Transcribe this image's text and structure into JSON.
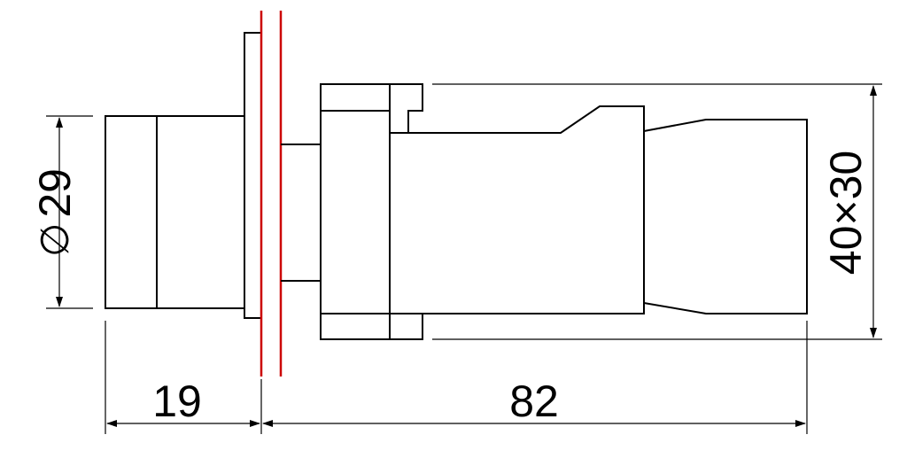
{
  "drawing": {
    "dimensions": {
      "diameter_symbol": "∅",
      "diameter_value": "29",
      "body_size": "40×30",
      "front_length": "19",
      "rear_length": "82"
    },
    "colors": {
      "outline": "#000000",
      "panel_lines": "#cc0000",
      "background": "#ffffff"
    }
  }
}
